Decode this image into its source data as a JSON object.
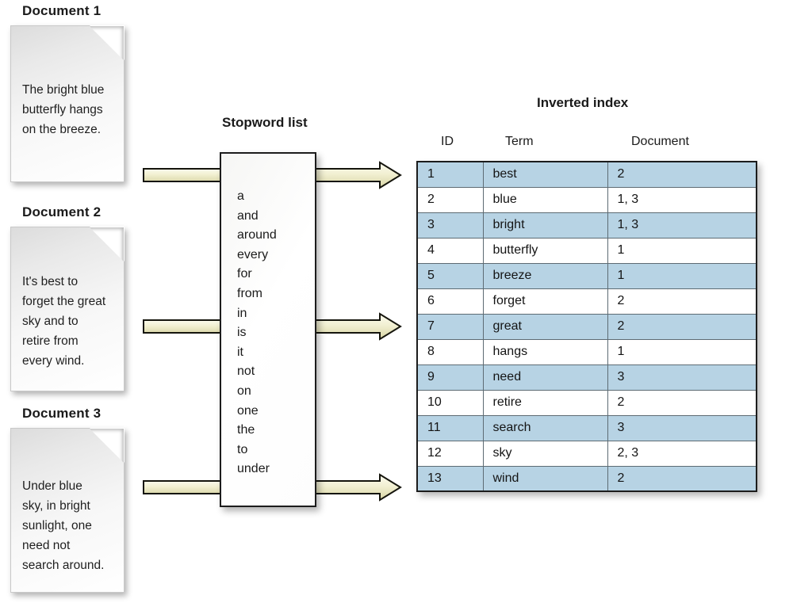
{
  "documents": [
    {
      "label": "Document 1",
      "text": "The bright blue\nbutterfly hangs\non the breeze.",
      "icon": "document-page-icon"
    },
    {
      "label": "Document 2",
      "text": "It's best to\nforget the great\nsky and to\nretire from\nevery wind.",
      "icon": "document-page-icon"
    },
    {
      "label": "Document 3",
      "text": "Under blue\nsky, in bright\nsunlight, one\nneed not\nsearch around.",
      "icon": "document-page-icon"
    }
  ],
  "stopword_panel": {
    "title": "Stopword list",
    "words": [
      "a",
      "and",
      "around",
      "every",
      "for",
      "from",
      "in",
      "is",
      "it",
      "not",
      "on",
      "one",
      "the",
      "to",
      "under"
    ]
  },
  "inverted_index": {
    "title": "Inverted index",
    "columns": [
      "ID",
      "Term",
      "Document"
    ],
    "rows": [
      {
        "id": "1",
        "term": "best",
        "document": "2"
      },
      {
        "id": "2",
        "term": "blue",
        "document": "1, 3"
      },
      {
        "id": "3",
        "term": "bright",
        "document": "1, 3"
      },
      {
        "id": "4",
        "term": "butterfly",
        "document": "1"
      },
      {
        "id": "5",
        "term": "breeze",
        "document": "1"
      },
      {
        "id": "6",
        "term": "forget",
        "document": "2"
      },
      {
        "id": "7",
        "term": "great",
        "document": "2"
      },
      {
        "id": "8",
        "term": "hangs",
        "document": "1"
      },
      {
        "id": "9",
        "term": "need",
        "document": "3"
      },
      {
        "id": "10",
        "term": "retire",
        "document": "2"
      },
      {
        "id": "11",
        "term": "search",
        "document": "3"
      },
      {
        "id": "12",
        "term": "sky",
        "document": "2, 3"
      },
      {
        "id": "13",
        "term": "wind",
        "document": "2"
      }
    ]
  },
  "arrows": {
    "input_arrow_name": "arrow-document-to-stopword-list",
    "output_arrow_name": "arrow-stopword-list-to-inverted-index",
    "count": 3
  },
  "colors": {
    "row_highlight": "#b7d3e4",
    "row_plain": "#ffffff",
    "arrow_fill": "#eeeccc",
    "arrow_outline": "#15150d",
    "table_border": "#1c1c1c",
    "cell_border": "#5d6b73",
    "text": "#141414",
    "background": "#ffffff"
  }
}
